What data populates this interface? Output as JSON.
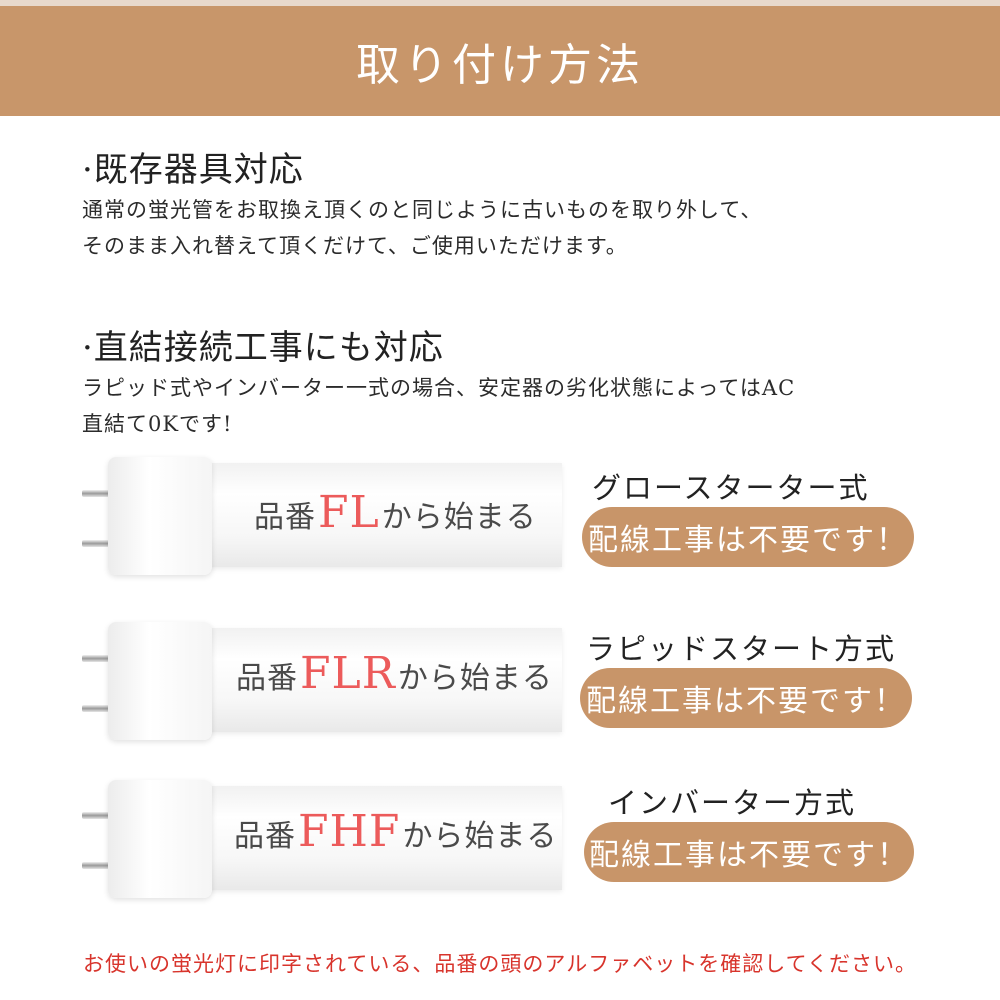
{
  "header": {
    "title": "取り付け方法"
  },
  "sections": [
    {
      "heading": "·既存器具対応",
      "lines": [
        "通常の蛍光管をお取換え頂くのと同じように古いものを取り外して、",
        "そのまま入れ替えて頂くだけて、ご使用いただけます。"
      ]
    },
    {
      "heading": "·直結接続工事にも対応",
      "lines": [
        "ラピッド式やインバーター一式の場合、安定器の劣化状態によってはAC",
        "直結て0Kです!"
      ]
    }
  ],
  "tubes": [
    {
      "prefix": "品番",
      "code": "FL",
      "suffix": "から始まる",
      "type_name": "グロースターター式",
      "badge": "配線工事は不要です！"
    },
    {
      "prefix": "品番",
      "code": "FLR",
      "suffix": "から始まる",
      "type_name": "ラピッドスタート方式",
      "badge": "配線工事は不要です！"
    },
    {
      "prefix": "品番",
      "code": "FHF",
      "suffix": "から始まる",
      "type_name": "インバーター方式",
      "badge": "配線工事は不要です！"
    }
  ],
  "footer": {
    "note": "お使いの蛍光灯に印字されている、品番の頭のアルファベットを確認してください。"
  },
  "colors": {
    "header_band": "#c8966a",
    "badge": "#c89569",
    "code_accent": "#ec5b5b",
    "footer_note": "#d8342c"
  }
}
